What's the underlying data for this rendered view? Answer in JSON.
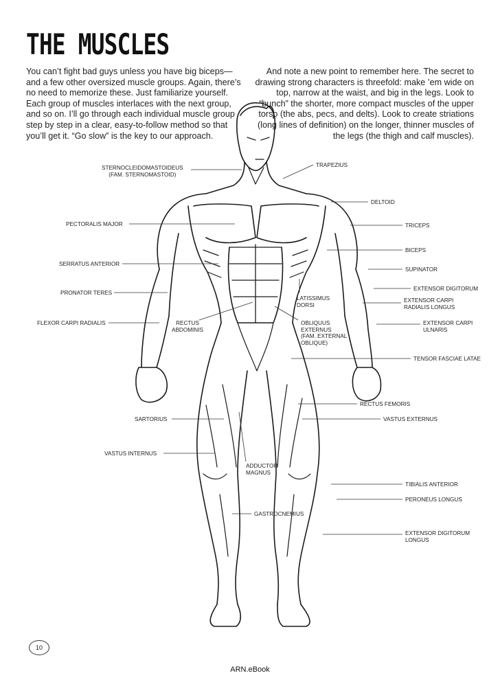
{
  "title": "THE MUSCLES",
  "intro_left": "You can’t fight bad guys unless you have big biceps—and a few other oversized muscle groups. Again, there’s no need to memorize these. Just familiarize yourself. Each group of muscles interlaces with the next group, and so on. I’ll go through each individual muscle group step by step in a clear, easy-to-follow method so that you’ll get it. “Go slow” is the key to our approach.",
  "intro_right": "And note a new point to remember here. The secret to drawing strong characters is threefold: make ’em wide on top, narrow at the waist, and big in the legs. Look to “bunch” the shorter, more compact muscles of the upper torso (the abs, pecs, and delts). Look to create striations (long lines of definition) on the longer, thinner muscles of the legs (the thigh and calf muscles).",
  "labels": {
    "sterno_1": "STERNOCLEIDOMASTOIDEUS",
    "sterno_2": "(FAM. STERNOMASTOID)",
    "trapezius": "TRAPEZIUS",
    "deltoid": "DELTOID",
    "pectoralis": "PECTORALIS MAJOR",
    "triceps": "TRICEPS",
    "biceps": "BICEPS",
    "serratus": "SERRATUS ANTERIOR",
    "supinator": "SUPINATOR",
    "ext_digitorum": "EXTENSOR DIGITORUM",
    "pronator": "PRONATOR TERES",
    "latissimus_1": "LATISSIMUS",
    "latissimus_2": "DORSI",
    "ext_carpi_rad_1": "EXTENSOR CARPI",
    "ext_carpi_rad_2": "RADIALIS LONGUS",
    "flexor": "FLEXOR CARPI RADIALIS",
    "rectus_abd_1": "RECTUS",
    "rectus_abd_2": "ABDOMINIS",
    "obliquus_1": "OBLIQUUS",
    "obliquus_2": "EXTERNUS",
    "obliquus_3": "(FAM. EXTERNAL",
    "obliquus_4": "OBLIQUE)",
    "ext_carpi_uln_1": "EXTENSOR CARPI",
    "ext_carpi_uln_2": "ULNARIS",
    "tensor": "TENSOR FASCIAE LATAE",
    "rectus_fem": "RECTUS FEMORIS",
    "sartorius": "SARTORIUS",
    "vastus_ext": "VASTUS EXTERNUS",
    "vastus_int": "VASTUS INTERNUS",
    "adductor_1": "ADDUCTOR",
    "adductor_2": "MAGNUS",
    "tibialis": "TIBIALIS ANTERIOR",
    "peroneus": "PERONEUS LONGUS",
    "gastro": "GASTROCNEMIUS",
    "ext_dig_long_1": "EXTENSOR DIGITORUM",
    "ext_dig_long_2": "LONGUS"
  },
  "page_number": "10",
  "footer": "ARN.eBook"
}
